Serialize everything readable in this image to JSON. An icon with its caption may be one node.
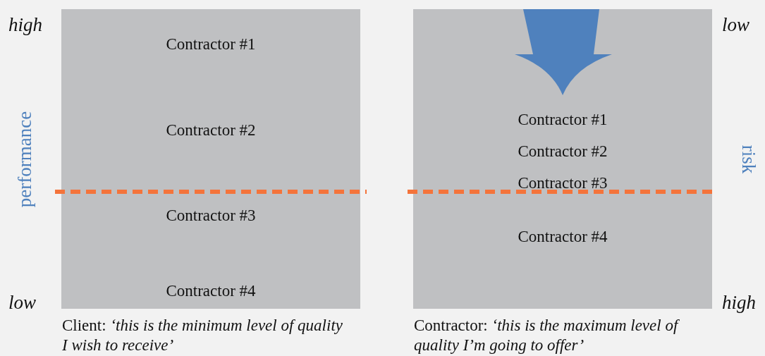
{
  "diagram": {
    "nodes": [
      {
        "text": [
          "Contractor #1",
          "Contractor #2",
          "Contractor #3",
          "Contractor #4"
        ],
        "beside": [
          "Client: *‘this is the minimum level of quality I wish to receive’*"
        ]
      },
      {
        "text": [
          "Contractor #1",
          "Contractor #2",
          "Contractor #3",
          "Contractor #4"
        ],
        "beside": [
          "Contractor: *‘this is the maximum level of quality I’m going to offer’*"
        ]
      }
    ],
    "edges": [],
    "labels": [
      "high",
      "low",
      "performance",
      "risk",
      "low",
      "high"
    ]
  }
}
